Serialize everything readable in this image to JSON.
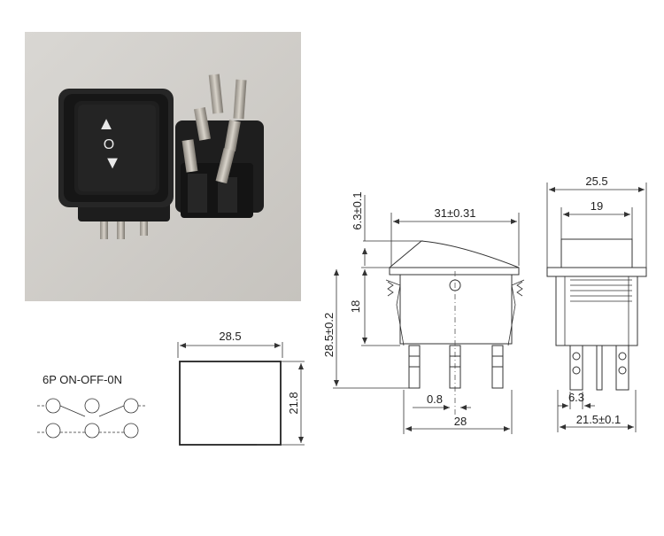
{
  "photo": {
    "arrow_up": "▲",
    "off_symbol": "O",
    "arrow_down": "▼"
  },
  "schematic": {
    "title": "6P  ON-OFF-0N"
  },
  "outline_view": {
    "width": "28.5",
    "height": "21.8"
  },
  "side_view": {
    "top_width": "31±0.31",
    "rocker_height": "6.3±0.1",
    "body_height": "18",
    "total_height": "28.5±0.2",
    "terminal_gap": "0.8",
    "base_width": "28"
  },
  "end_view": {
    "outer_width": "25.5",
    "inner_width": "19",
    "terminal_width": "6.3",
    "base_width": "21.5±0.1"
  }
}
